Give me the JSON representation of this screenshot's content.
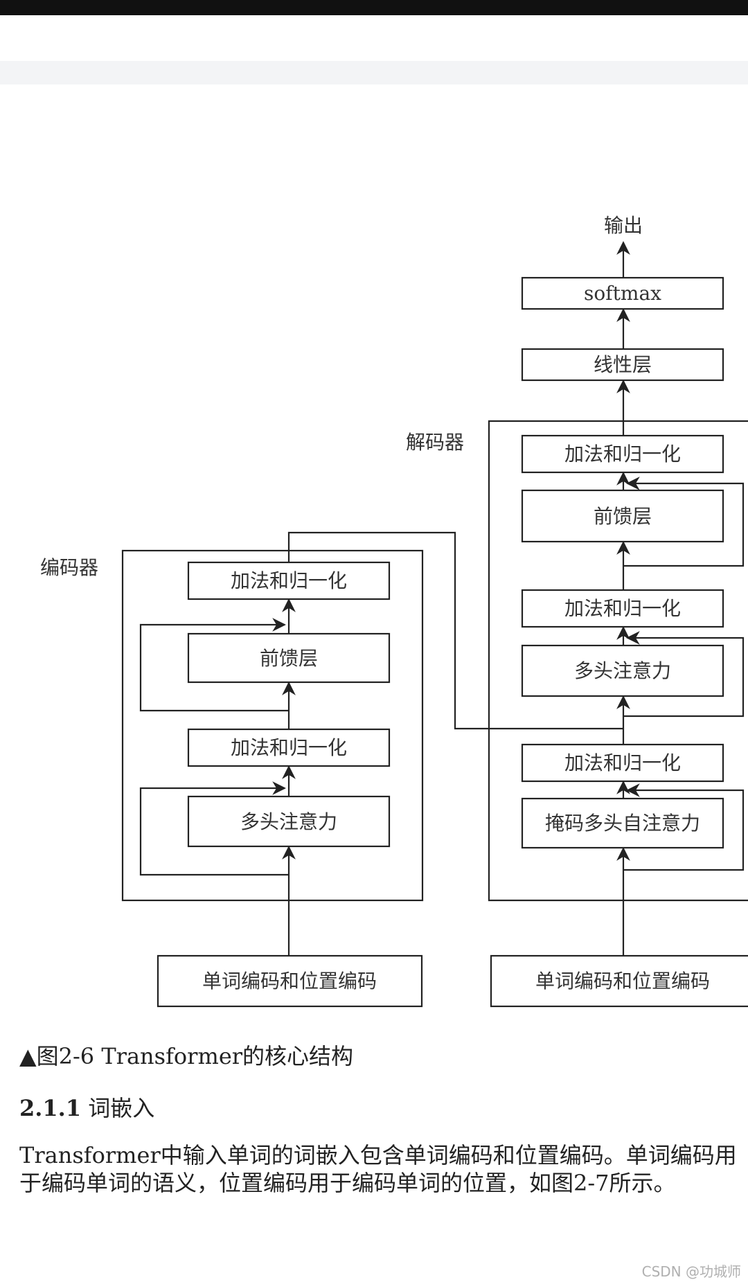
{
  "diagram": {
    "output_label": "输出",
    "softmax_label": "softmax",
    "linear_label": "线性层",
    "decoder_label": "解码器",
    "encoder_label": "编码器",
    "addnorm_label": "加法和归一化",
    "feedforward_label": "前馈层",
    "multihead_label": "多头注意力",
    "masked_multihead_label": "掩码多头自注意力",
    "embedding_label": "单词编码和位置编码"
  },
  "caption": {
    "marker": "▲",
    "text": "图2-6 Transformer的核心结构"
  },
  "section": {
    "number": "2.1.1",
    "title": "词嵌入"
  },
  "paragraph": {
    "line1": "Transformer中输入单词的词嵌入包含单词编码和位置编码。单词编码用",
    "line2": "于编码单词的语义，位置编码用于编码单词的位置，如图2-7所示。"
  },
  "watermark": "CSDN @功城师"
}
